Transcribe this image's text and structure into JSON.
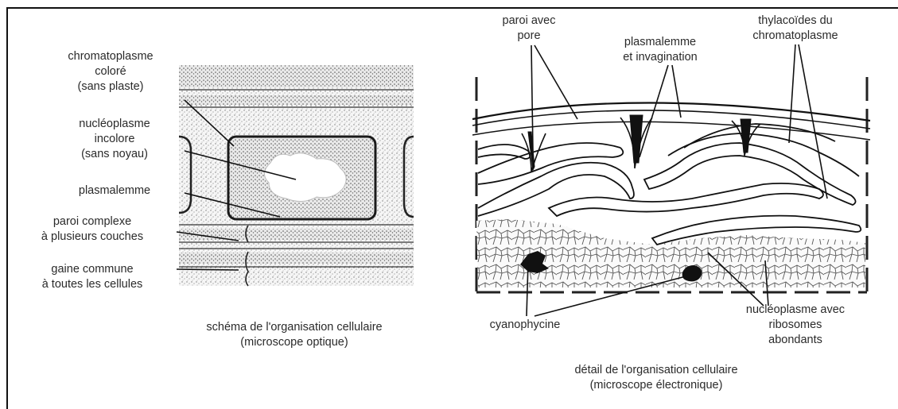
{
  "left": {
    "labels": {
      "chromatoplasme": [
        "chromatoplasme",
        "coloré",
        "(sans plaste)"
      ],
      "nucleoplasme": [
        "nucléoplasme",
        "incolore",
        "(sans noyau)"
      ],
      "plasmalemme": [
        "plasmalemme"
      ],
      "paroi": [
        "paroi complexe",
        "à plusieurs couches"
      ],
      "gaine": [
        "gaine commune",
        "à toutes les cellules"
      ]
    },
    "caption": [
      "schéma de l'organisation cellulaire",
      "(microscope optique)"
    ]
  },
  "right": {
    "labels": {
      "paroi_pore": [
        "paroi avec",
        "pore"
      ],
      "plasmalemme_inv": [
        "plasmalemme",
        "et invagination"
      ],
      "thylacoides": [
        "thylacoïdes du",
        "chromatoplasme"
      ],
      "cyanophycine": [
        "cyanophycine"
      ],
      "nucleoplasme_ribo": [
        "nucléoplasme avec",
        "ribosomes",
        "abondants"
      ]
    },
    "caption": [
      "détail de l'organisation cellulaire",
      "(microscope électronique)"
    ]
  }
}
